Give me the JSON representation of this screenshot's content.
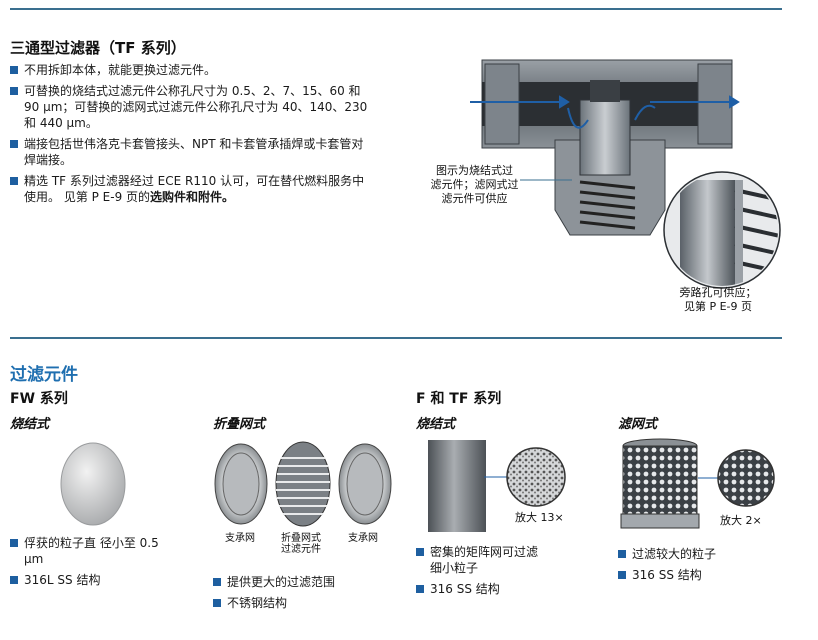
{
  "top": {
    "title": "三通型过滤器（TF 系列）",
    "bullets": [
      "不用拆卸本体，就能更换过滤元件。",
      "可替换的烧结式过滤元件公称孔尺寸为 0.5、2、7、15、60 和 90 µm；可替换的滤网式过滤元件公称孔尺寸为 40、140、230 和 440 µm。",
      "端接包括世伟洛克卡套管接头、NPT 和卡套管承插焊或卡套管对焊端接。"
    ],
    "bullet4_text": "精选 TF 系列过滤器经过 ECE R110 认可，可在替代燃料服务中使用。 见第 P E-9 页的",
    "bullet4_bold": "选购件和附件。",
    "diagram_note": [
      "图示为烧结式过",
      "滤元件；滤网式过",
      "滤元件可供应"
    ],
    "bypass_note": [
      "旁路孔可供应；",
      "见第 P E-9 页"
    ]
  },
  "elements": {
    "title": "过滤元件",
    "fw": {
      "title": "FW 系列",
      "sintered": {
        "label": "烧结式",
        "bullets": [
          "俘获的粒子直 径小至 0.5 µm",
          "316L SS 结构"
        ]
      },
      "pleated": {
        "label": "折叠网式",
        "captions": [
          "支承网",
          "折叠网式\n过滤元件",
          "支承网"
        ],
        "bullets": [
          "提供更大的过滤范围",
          "不锈钢结构"
        ]
      }
    },
    "ftf": {
      "title": "F 和 TF 系列",
      "sintered": {
        "label": "烧结式",
        "zoom": "放大 13×",
        "bullets": [
          "密集的矩阵网可过滤细小粒子",
          "316 SS 结构"
        ]
      },
      "mesh": {
        "label": "滤网式",
        "zoom": "放大 2×",
        "bullets": [
          "过滤较大的粒子",
          "316 SS 结构"
        ]
      }
    }
  }
}
